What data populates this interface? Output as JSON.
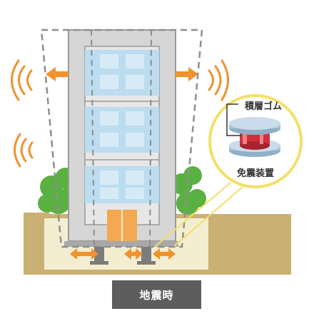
{
  "callout": {
    "rubber_label": "積層ゴム",
    "device_label": "免震装置"
  },
  "caption": "地震時",
  "colors": {
    "ground": "#c8b173",
    "ground_inner": "#f4eed1",
    "building_body": "#d6d6d6",
    "building_frame": "#9a9a9a",
    "window": "#bcdcef",
    "door": "#f3a94f",
    "arrow": "#f0922e",
    "wave": "#f0922e",
    "tree": "#5bb042",
    "callout_border": "#f1e06a",
    "rubber_red": "#d1303a",
    "steel_plate": "#a9c3d6",
    "caption_bg": "#5d5d5d"
  }
}
